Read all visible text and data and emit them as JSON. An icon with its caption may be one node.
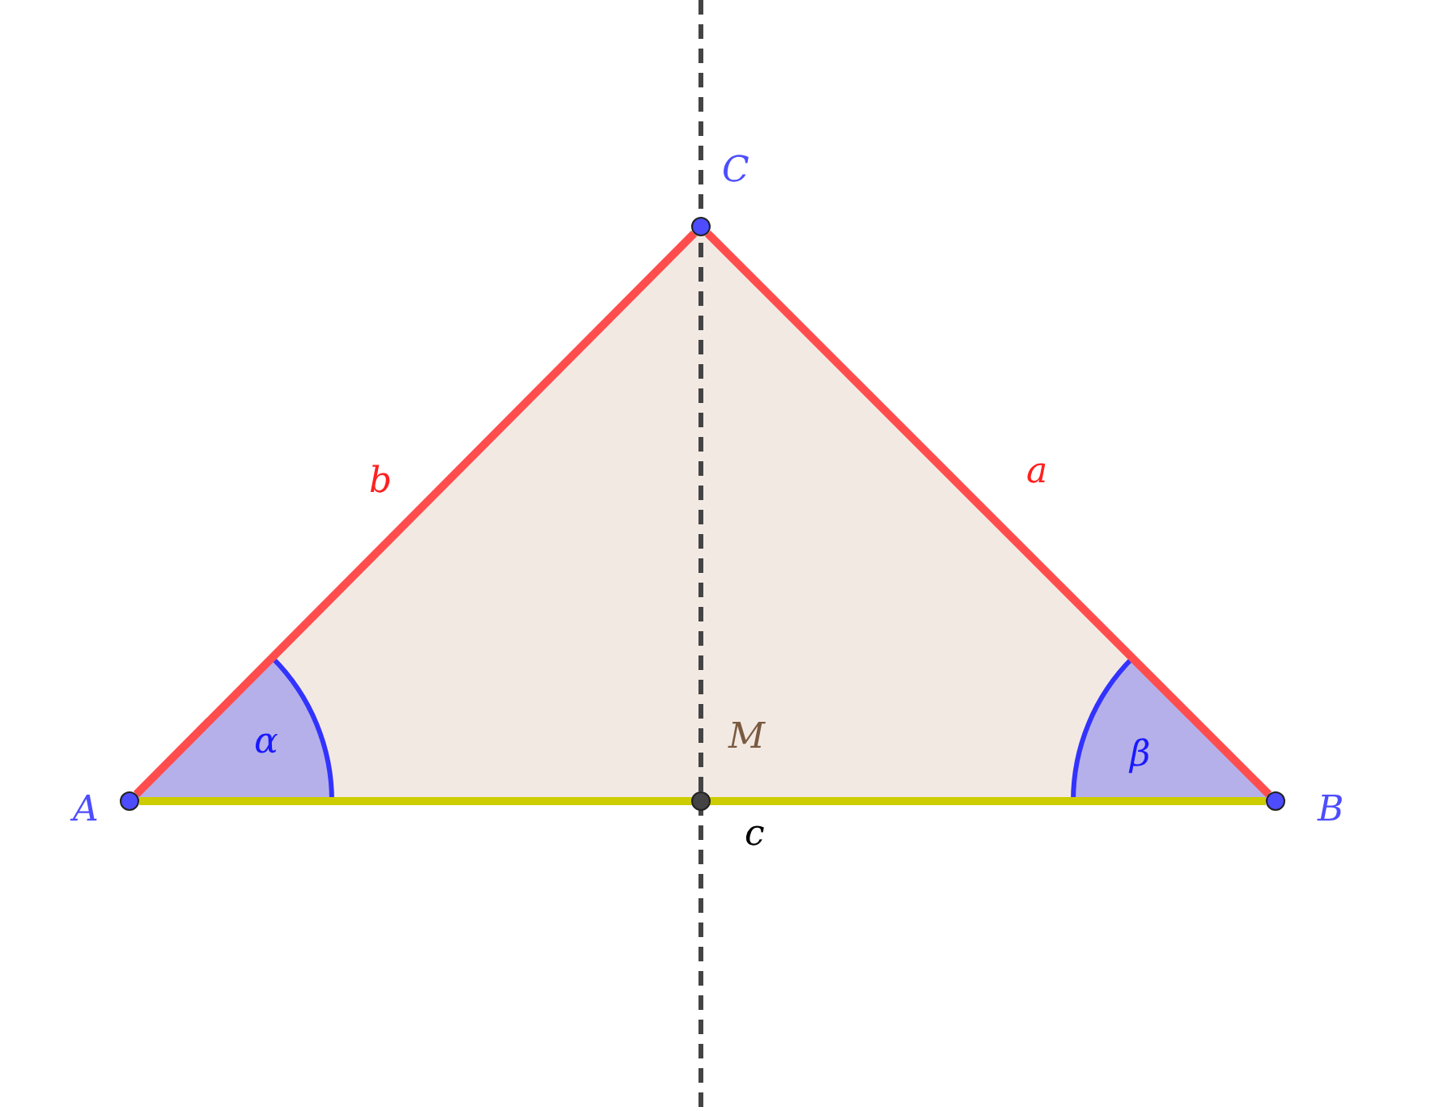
{
  "diagram": {
    "nodes": [
      {
        "text": [],
        "shape": "circle",
        "beside": [
          "C"
        ]
      },
      {
        "text": [],
        "shape": "circle",
        "beside": [
          "A"
        ]
      },
      {
        "text": [],
        "shape": "circle",
        "beside": [
          "M"
        ]
      },
      {
        "text": [],
        "shape": "circle",
        "beside": [
          "B"
        ]
      }
    ],
    "edges": [
      {
        "from": 1,
        "to": 0,
        "arrow": "none",
        "label": "b"
      },
      {
        "from": 0,
        "to": 3,
        "arrow": "none",
        "label": "a"
      },
      {
        "from": 1,
        "to": 3,
        "arrow": "none",
        "label": "c",
        "color": "#cccc00"
      }
    ],
    "labels": [
      "α",
      "β"
    ]
  }
}
